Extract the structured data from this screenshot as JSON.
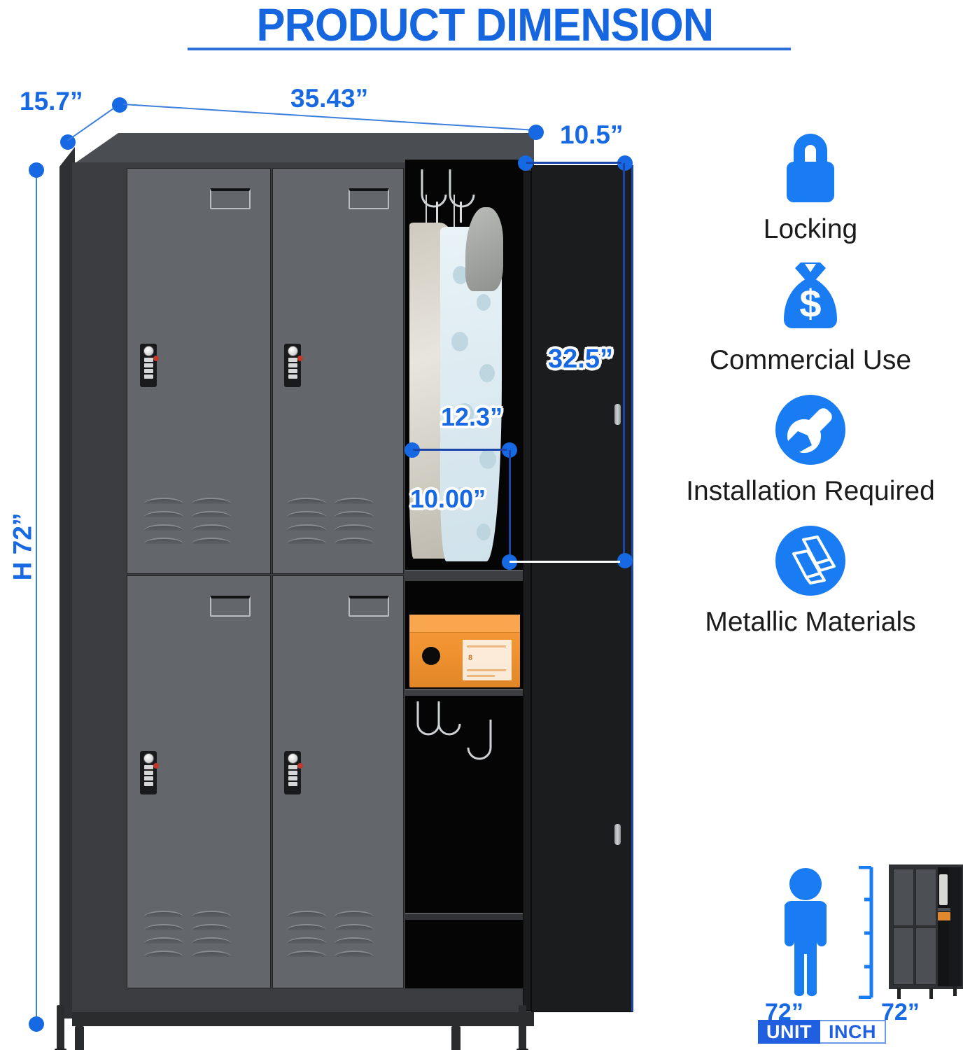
{
  "header": {
    "title": "PRODUCT DIMENSION"
  },
  "dimensions": {
    "depth": "15.7”",
    "width": "35.43”",
    "door_width": "10.5”",
    "height": "H 72”",
    "compartment_height": "32.5”",
    "hanging_height": "12.3”",
    "shelf_height": "10.00”"
  },
  "features": [
    {
      "icon": "padlock-icon",
      "label": "Locking"
    },
    {
      "icon": "money-bag-icon",
      "label": "Commercial Use"
    },
    {
      "icon": "wrench-icon",
      "label": "Installation Required"
    },
    {
      "icon": "metal-ingots-icon",
      "label": "Metallic Materials"
    }
  ],
  "scale": {
    "person_height": "72”",
    "product_height": "72”",
    "unit_label": "UNIT",
    "unit_value": "INCH"
  },
  "product": {
    "shoebox_size": "8",
    "doors": 4,
    "locks": 4
  },
  "colors": {
    "accent_blue": "#1668e3",
    "title_blue": "#1666e0",
    "badge_blue": "#1f5fe0",
    "body_gray": "#63666a",
    "dark": "#1b1c1e",
    "box_orange": "#f0912f"
  }
}
